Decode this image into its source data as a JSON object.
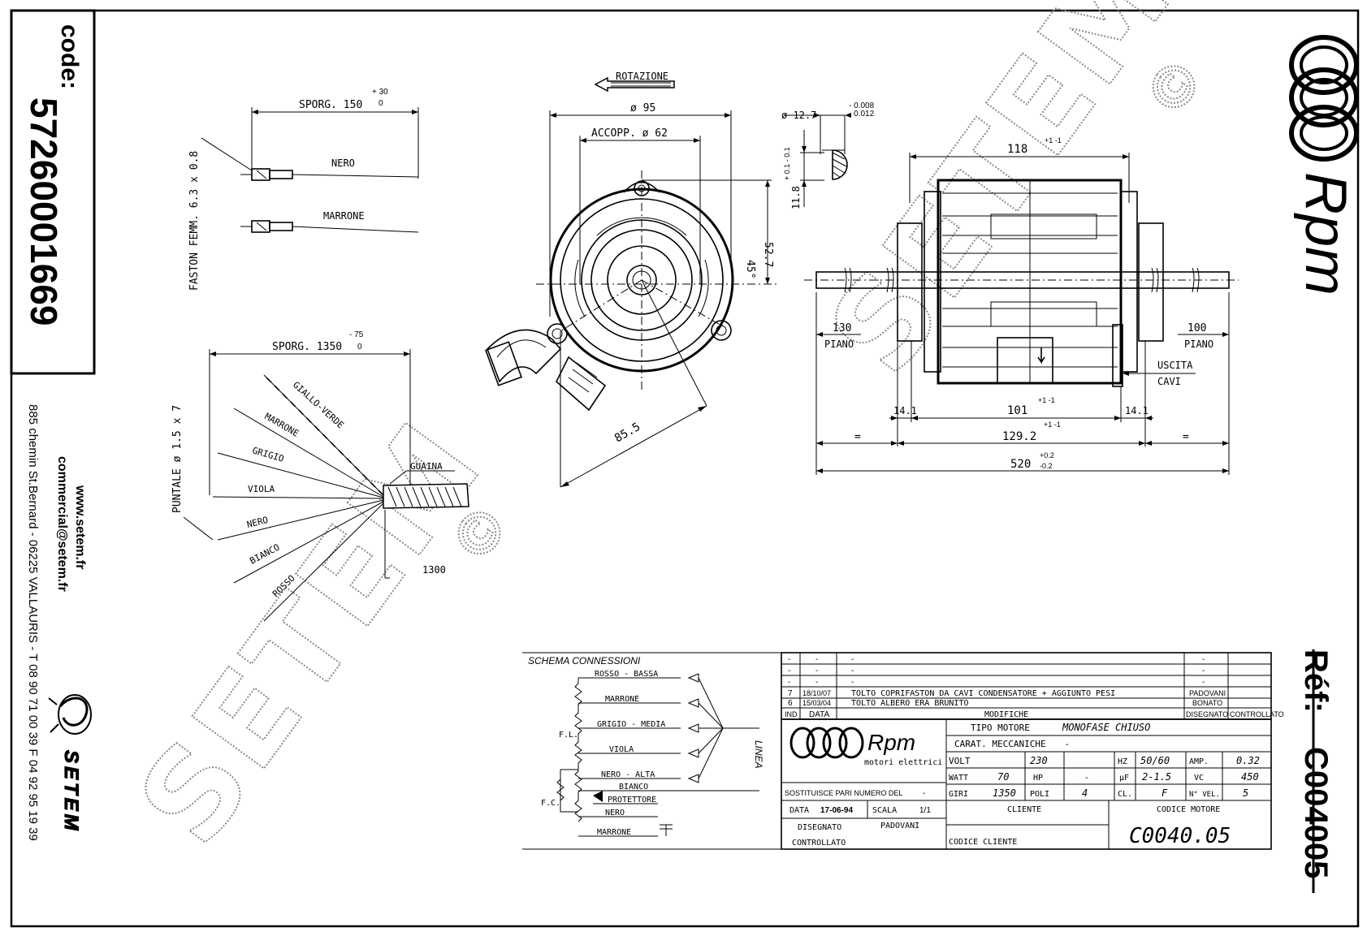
{
  "left_panel": {
    "code_label": "code:",
    "code_value": "57260001669",
    "website": "www.setem.fr",
    "email": "commercial@setem.fr",
    "address": "885 chemin St.Bernard  -  06225 VALLAURIS  -  T 08 90 71 00 39   F 04 92 95 19 39",
    "brand": "SETEM"
  },
  "right_panel": {
    "rpm_logo": "Rpm",
    "ref_label": "Réf:",
    "ref_value": "C004005"
  },
  "watermark": {
    "text": "SETEM",
    "mark": "©"
  },
  "wiring_top": {
    "sporg_label": "SPORG. 150",
    "sporg_tol_plus": "+ 30",
    "sporg_tol_minus": "0",
    "faston_label": "FASTON FEMM. 6.3 x 0.8",
    "wire_1": "NERO",
    "wire_2": "MARRONE"
  },
  "wiring_bottom": {
    "sporg_label": "SPORG. 1350",
    "sporg_tol_plus": "- 75",
    "sporg_tol_minus": "0",
    "puntale_label": "PUNTALE ø 1.5 x 7",
    "guaina_label": "GUAINA",
    "length_label": "1300",
    "wires": [
      "GIALLO-VERDE",
      "MARRONE",
      "GRIGIO",
      "VIOLA",
      "NERO",
      "BIANCO",
      "ROSSO"
    ]
  },
  "front_view": {
    "rotation_label": "ROTAZIONE",
    "dia_95": "ø 95",
    "accopp_label": "ACCOPP. ø 62",
    "dim_52_7": "52.7",
    "angle_45": "45°",
    "dim_85_5": "85.5"
  },
  "shaft_detail": {
    "dia_label": "ø 12.7",
    "tol_top": "- 0.008",
    "tol_bottom": "- 0.012",
    "flat_label": "11.8",
    "flat_tol": "+ 0.1  - 0.1"
  },
  "side_view": {
    "dim_118": "118",
    "tol_118": "+1  -1",
    "dim_130": "130",
    "piano_left": "PIANO",
    "dim_100": "100",
    "piano_right": "PIANO",
    "uscita": "USCITA",
    "cavi": "CAVI",
    "dim_14_1_left": "14.1",
    "dim_101": "101",
    "tol_101": "+1  -1",
    "dim_14_1_right": "14.1",
    "eq_left": "=",
    "dim_129_2": "129.2",
    "tol_129_2": "+1  -1",
    "eq_right": "=",
    "dim_520": "520",
    "tol_520_top": "+0.2",
    "tol_520_bottom": "-0.2"
  },
  "schema": {
    "title": "SCHEMA CONNESSIONI",
    "wires": [
      "ROSSO - BASSA",
      "MARRONE",
      "GRIGIO - MEDIA",
      "VIOLA",
      "NERO - ALTA",
      "BIANCO",
      "PROTETTORE",
      "NERO",
      "MARRONE"
    ],
    "fl_label": "F.L.",
    "fc_label": "F.C.",
    "linea_label": "LINEA"
  },
  "revisions": [
    {
      "ind": "-",
      "data": "-",
      "desc": "-",
      "drawn": "-",
      "checked": ""
    },
    {
      "ind": "-",
      "data": "-",
      "desc": "-",
      "drawn": "-",
      "checked": ""
    },
    {
      "ind": "-",
      "data": "-",
      "desc": "-",
      "drawn": "-",
      "checked": ""
    },
    {
      "ind": "7",
      "data": "18/10/07",
      "desc": "TOLTO COPRIFASTON DA CAVI CONDENSATORE + AGGIUNTO PESI",
      "drawn": "PADOVANI",
      "checked": ""
    },
    {
      "ind": "6",
      "data": "15/03/04",
      "desc": "TOLTO ALBERO ERA  BRUNITO",
      "drawn": "BONATO",
      "checked": ""
    }
  ],
  "revision_header": {
    "ind": "IND",
    "data": "DATA",
    "desc": "MODIFICHE",
    "drawn": "DISEGNATO",
    "checked": "CONTROLLATO"
  },
  "title_block": {
    "logo_text": "Rpm",
    "logo_sub": "motori elettrici",
    "tipo_motore_label": "TIPO MOTORE",
    "tipo_motore_value": "MONOFASE CHIUSO",
    "carat_label": "CARAT. MECCANICHE",
    "carat_value": "-",
    "volt_label": "VOLT",
    "volt_value": "230",
    "hz_label": "HZ",
    "hz_value": "50/60",
    "amp_label": "AMP.",
    "amp_value": "0.32",
    "watt_label": "WATT",
    "watt_value": "70",
    "hp_label": "HP",
    "hp_value": "-",
    "uf_label": "µF",
    "uf_value": "2-1.5",
    "vc_label": "VC",
    "vc_value": "450",
    "giri_label": "GIRI",
    "giri_value": "1350",
    "poli_label": "POLI",
    "poli_value": "4",
    "cl_label": "CL.",
    "cl_value": "F",
    "vel_label": "N° VEL.",
    "vel_value": "5",
    "sostituisce_label": "SOSTITUISCE PARI NUMERO DEL",
    "sostituisce_value": "-",
    "data_label": "DATA",
    "data_value": "17-06-94",
    "scala_label": "SCALA",
    "scala_value": "1/1",
    "disegnato_label": "DISEGNATO",
    "disegnato_value": "PADOVANI",
    "controllato_label": "CONTROLLATO",
    "cliente_label": "CLIENTE",
    "codice_cliente_label": "CODICE CLIENTE",
    "codice_motore_label": "CODICE MOTORE",
    "codice_motore_value": "C0040.05"
  }
}
